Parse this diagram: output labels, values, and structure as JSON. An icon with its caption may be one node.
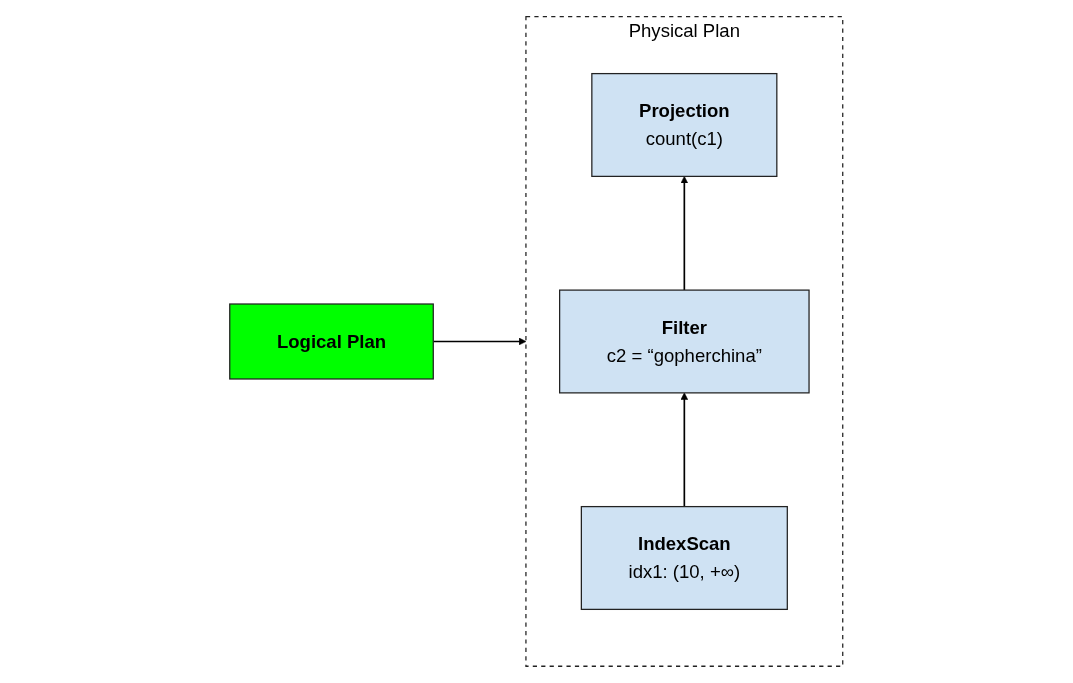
{
  "diagram": {
    "nodes": [
      {
        "text": [
          "Logical Plan"
        ]
      },
      {
        "text": [
          "Physical Plan"
        ]
      },
      {
        "text": [
          "Projection",
          "count(c1)"
        ],
        "in": 1
      },
      {
        "text": [
          "Filter",
          "c2 = “gopherchina”"
        ],
        "in": 1
      },
      {
        "text": [
          "IndexScan",
          "idx1: (10, +∞)"
        ],
        "in": 1
      }
    ],
    "edges": [
      {
        "from": 0,
        "to": 1,
        "arrow": "to"
      },
      {
        "from": 4,
        "to": 3,
        "arrow": "to"
      },
      {
        "from": 3,
        "to": 2,
        "arrow": "to"
      }
    ]
  }
}
